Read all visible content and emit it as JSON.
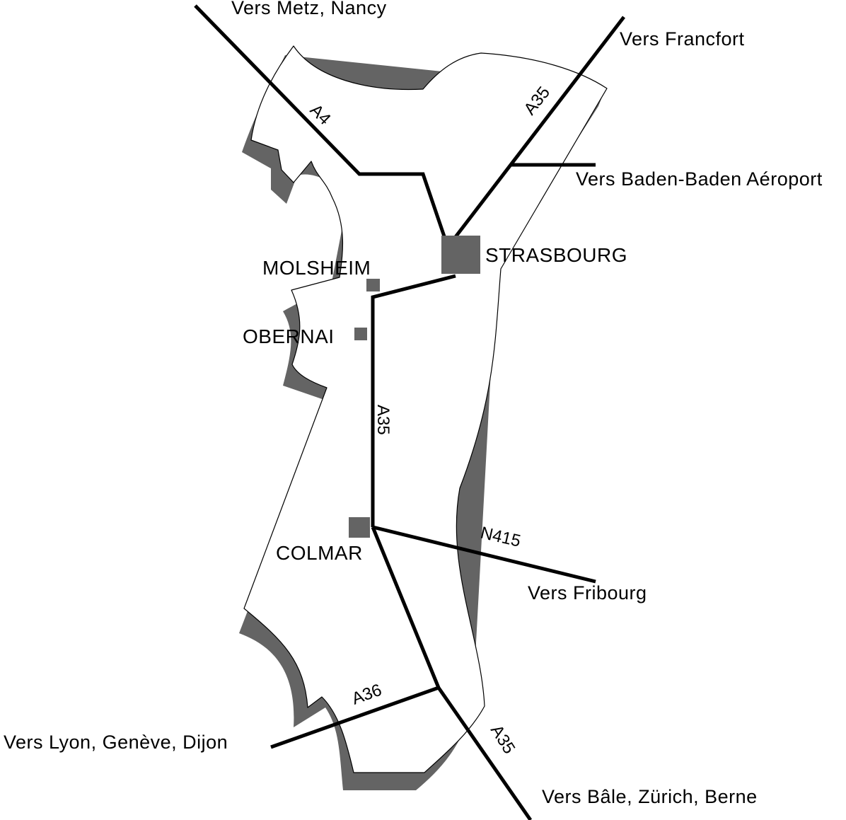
{
  "colors": {
    "background": "#ffffff",
    "road": "#000000",
    "city_marker": "#646464",
    "region_shadow": "#646464",
    "region_outline": "#000000"
  },
  "cities": {
    "strasbourg": "STRASBOURG",
    "molsheim": "MOLSHEIM",
    "obernai": "OBERNAI",
    "colmar": "COLMAR"
  },
  "roads": {
    "a4": "A4",
    "a35_north": "A35",
    "a35_center": "A35",
    "n415": "N415",
    "a36": "A36",
    "a35_south": "A35"
  },
  "destinations": {
    "metz_nancy": "Vers Metz, Nancy",
    "francfort": "Vers Francfort",
    "baden_baden": "Vers Baden-Baden Aéroport",
    "fribourg": "Vers Fribourg",
    "lyon_geneve_dijon": "Vers Lyon, Genève, Dijon",
    "bale_zurich_berne": "Vers Bâle, Zürich, Berne"
  }
}
